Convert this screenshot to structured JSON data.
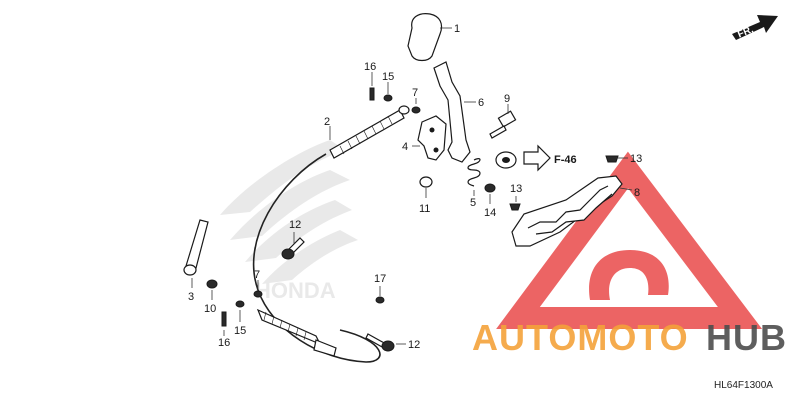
{
  "diagram": {
    "callouts": {
      "c1": "1",
      "c2": "2",
      "c3": "3",
      "c4": "4",
      "c5": "5",
      "c6": "6",
      "c7a": "7",
      "c7b": "7",
      "c8": "8",
      "c9": "9",
      "c10": "10",
      "c11": "11",
      "c12a": "12",
      "c12b": "12",
      "c13a": "13",
      "c13b": "13",
      "c14": "14",
      "c15a": "15",
      "c15b": "15",
      "c16a": "16",
      "c16b": "16",
      "c17": "17"
    },
    "reference": "F-46",
    "front_marker": "FR.",
    "part_code": "HL64F1300A",
    "emblem_text": "HONDA"
  },
  "watermark": {
    "word_part1": "AUTOMOTO",
    "word_part2": "HUB",
    "colors": {
      "orange": "#f4a23a",
      "red": "#e94a4a",
      "gray": "#4d4d4d"
    }
  }
}
